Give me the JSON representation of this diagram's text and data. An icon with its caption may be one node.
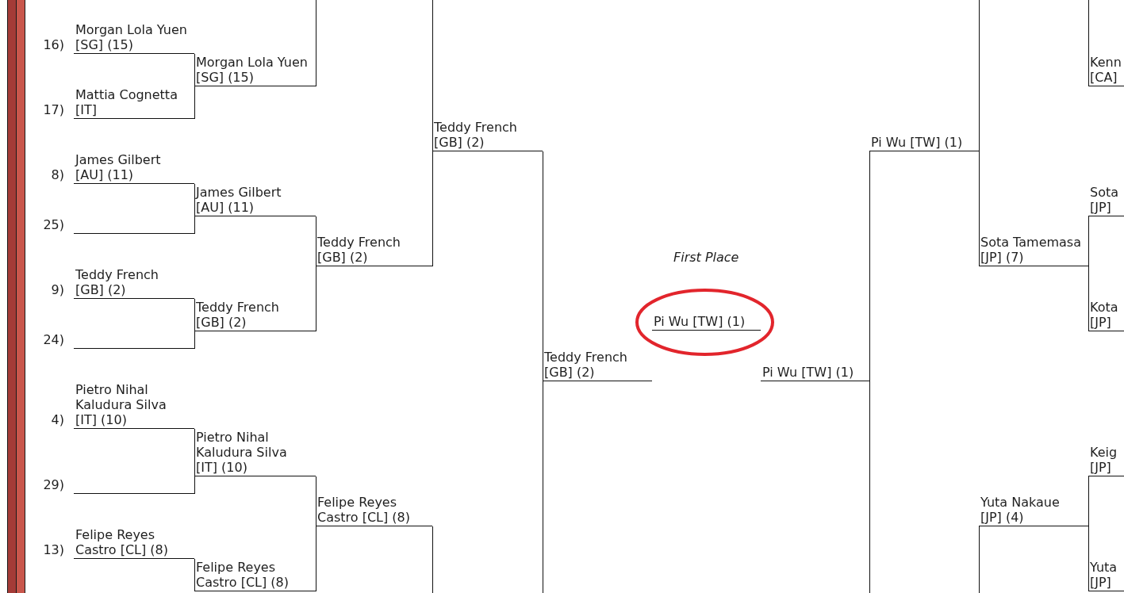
{
  "diagram": {
    "nodes": [
      {
        "text": [
          "Morgan Lola Yuen [SG] (15)"
        ],
        "beside": [
          "16)"
        ]
      },
      {
        "text": [
          "Mattia Cognetta [IT]"
        ],
        "beside": [
          "17)"
        ]
      },
      {
        "text": [
          "James Gilbert [AU] (11)"
        ],
        "beside": [
          "8)"
        ]
      },
      {
        "text": [],
        "shape": "line",
        "beside": [
          "25)"
        ]
      },
      {
        "text": [
          "Teddy French [GB] (2)"
        ],
        "beside": [
          "9)"
        ]
      },
      {
        "text": [],
        "shape": "line",
        "beside": [
          "24)"
        ]
      },
      {
        "text": [
          "Pietro Nihal Kaludura Silva [IT] (10)"
        ],
        "beside": [
          "4)"
        ]
      },
      {
        "text": [],
        "shape": "line",
        "beside": [
          "29)"
        ]
      },
      {
        "text": [
          "Felipe Reyes Castro [CL] (8)"
        ],
        "beside": [
          "13)"
        ]
      },
      {
        "text": [
          "Morgan Lola Yuen [SG] (15)"
        ]
      },
      {
        "text": [
          "James Gilbert [AU] (11)"
        ]
      },
      {
        "text": [
          "Teddy French [GB] (2)"
        ]
      },
      {
        "text": [
          "Pietro Nihal Kaludura Silva [IT] (10)"
        ]
      },
      {
        "text": [
          "Felipe Reyes Castro [CL] (8)"
        ]
      },
      {
        "text": [
          "Teddy French [GB] (2)"
        ]
      },
      {
        "text": [
          "Felipe Reyes Castro [CL] (8)"
        ]
      },
      {
        "text": [
          "Teddy French [GB] (2)"
        ]
      },
      {
        "text": [
          "Teddy French [GB] (2)"
        ]
      },
      {
        "text": [
          "Pi Wu [TW] (1)"
        ],
        "beside": [
          "First Place"
        ]
      },
      {
        "text": [
          "Pi Wu [TW] (1)"
        ]
      },
      {
        "text": [
          "Pi Wu [TW] (1)"
        ]
      },
      {
        "text": [
          "Sota Tamemasa [JP] (7)"
        ]
      },
      {
        "text": [
          "Yuta Nakaue [JP] (4)"
        ]
      },
      {
        "text": [
          "Kenn [CA]"
        ]
      },
      {
        "text": [
          "Sota [JP]"
        ]
      },
      {
        "text": [
          "Kota [JP]"
        ]
      },
      {
        "text": [
          "Keig [JP]"
        ]
      },
      {
        "text": [
          "Yuta [JP]"
        ]
      }
    ],
    "edges": [
      {
        "from": 0,
        "to": 9,
        "arrow": "none"
      },
      {
        "from": 1,
        "to": 9,
        "arrow": "none"
      },
      {
        "from": 2,
        "to": 10,
        "arrow": "none"
      },
      {
        "from": 3,
        "to": 10,
        "arrow": "none"
      },
      {
        "from": 4,
        "to": 11,
        "arrow": "none"
      },
      {
        "from": 5,
        "to": 11,
        "arrow": "none"
      },
      {
        "from": 6,
        "to": 12,
        "arrow": "none"
      },
      {
        "from": 7,
        "to": 12,
        "arrow": "none"
      },
      {
        "from": 8,
        "to": 13,
        "arrow": "none"
      },
      {
        "from": 9,
        "to": null,
        "arrow": "none"
      },
      {
        "from": 10,
        "to": 14,
        "arrow": "none"
      },
      {
        "from": 11,
        "to": 14,
        "arrow": "none"
      },
      {
        "from": 12,
        "to": 15,
        "arrow": "none"
      },
      {
        "from": 13,
        "to": 15,
        "arrow": "none"
      },
      {
        "from": null,
        "to": 16,
        "arrow": "none"
      },
      {
        "from": 14,
        "to": 16,
        "arrow": "none"
      },
      {
        "from": 15,
        "to": null,
        "arrow": "none"
      },
      {
        "from": 16,
        "to": 17,
        "arrow": "none"
      },
      {
        "from": null,
        "to": 17,
        "arrow": "none"
      },
      {
        "from": 20,
        "to": 19,
        "arrow": "none"
      },
      {
        "from": null,
        "to": 19,
        "arrow": "none"
      },
      {
        "from": null,
        "to": 20,
        "arrow": "none"
      },
      {
        "from": 21,
        "to": 20,
        "arrow": "none"
      },
      {
        "from": 22,
        "to": null,
        "arrow": "none"
      },
      {
        "from": 23,
        "to": null,
        "arrow": "none"
      },
      {
        "from": 24,
        "to": 21,
        "arrow": "none"
      },
      {
        "from": 25,
        "to": 21,
        "arrow": "none"
      },
      {
        "from": 26,
        "to": 22,
        "arrow": "none"
      },
      {
        "from": 27,
        "to": 22,
        "arrow": "none"
      }
    ]
  }
}
